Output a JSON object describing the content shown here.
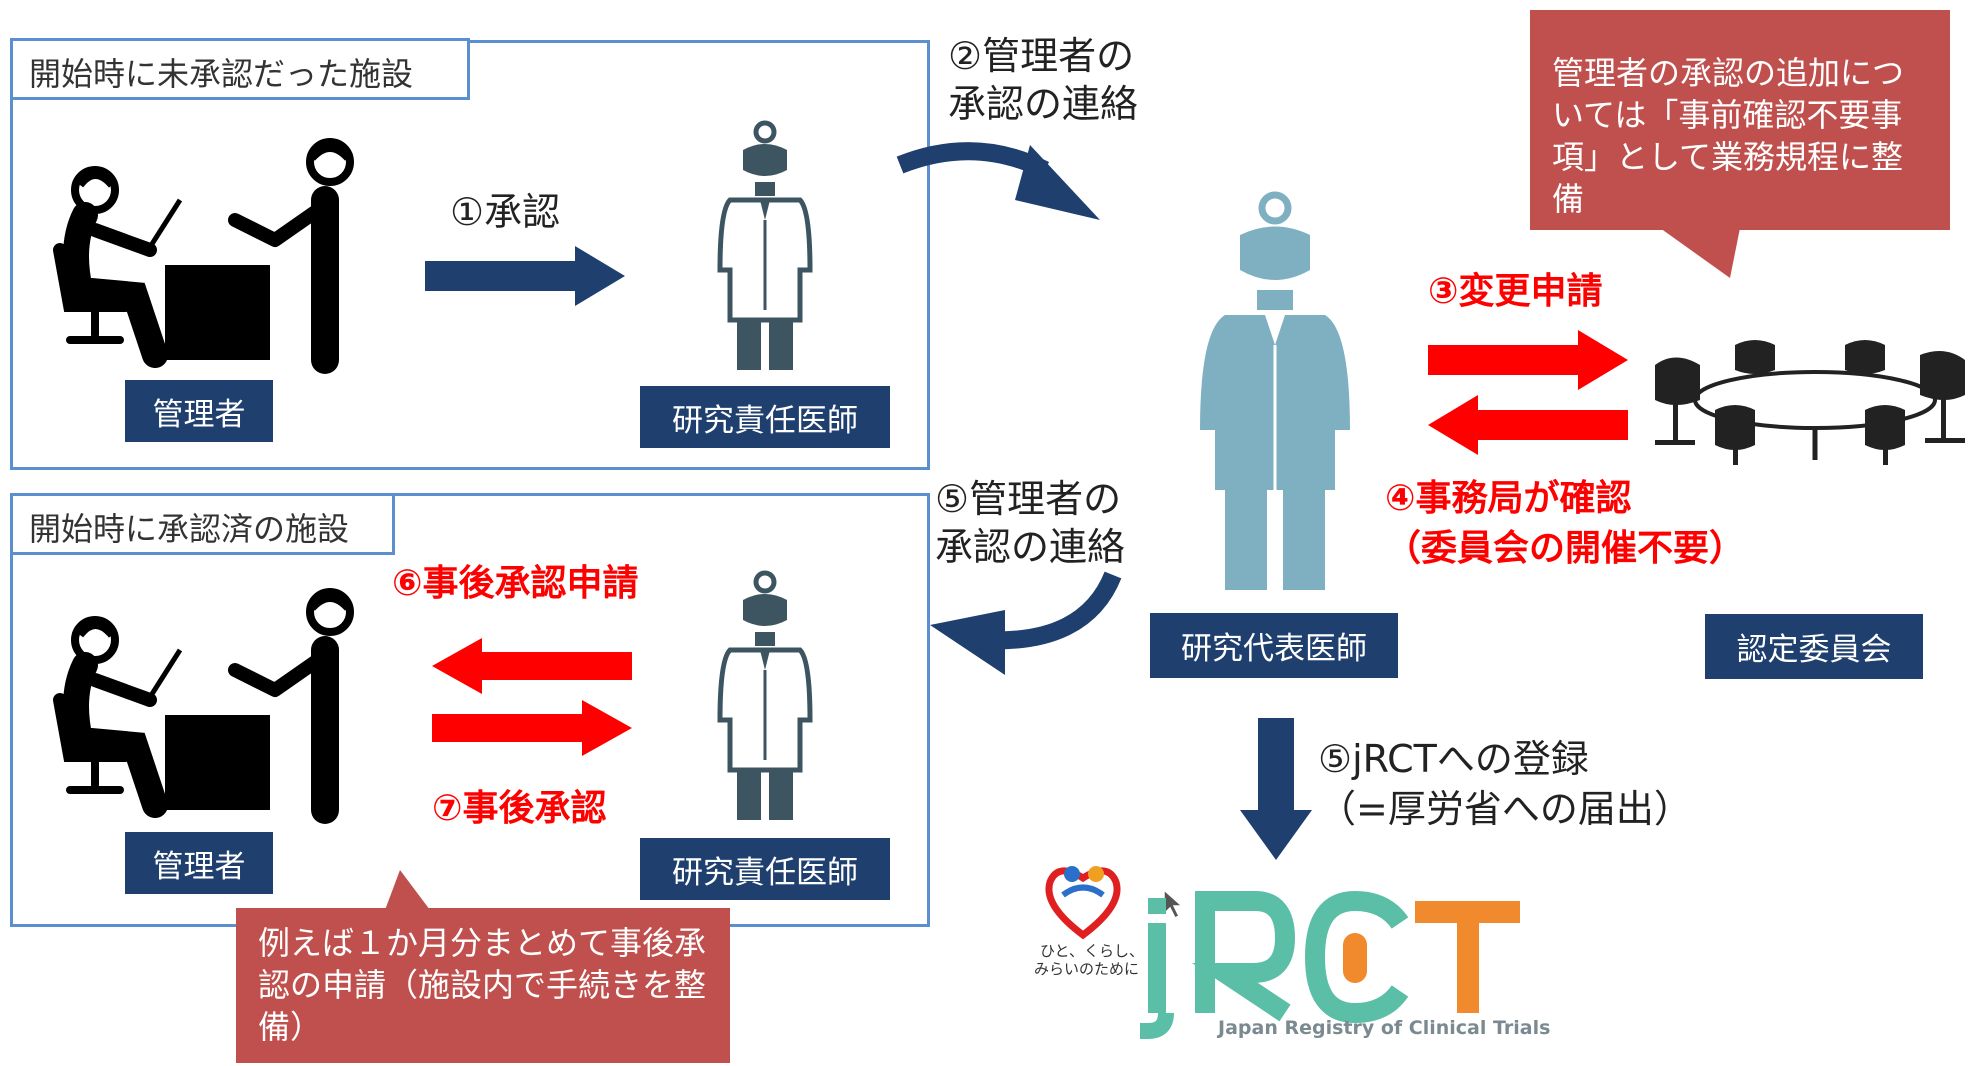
{
  "top_panel": {
    "title": "開始時に未承認だった施設",
    "step1": "①承認",
    "admin_label": "管理者",
    "pi_label": "研究責任医師"
  },
  "bottom_panel": {
    "title": "開始時に承認済の施設",
    "step6": "⑥事後承認申請",
    "step7": "⑦事後承認",
    "admin_label": "管理者",
    "pi_label": "研究責任医師"
  },
  "step2": {
    "line1": "②管理者の",
    "line2": "承認の連絡"
  },
  "step5_contact": {
    "line1": "⑤管理者の",
    "line2": "承認の連絡"
  },
  "representative_label": "研究代表医師",
  "committee_label": "認定委員会",
  "step3": "③変更申請",
  "step4": {
    "line1": "④事務局が確認",
    "line2": "（委員会の開催不要）"
  },
  "step5_jrct": {
    "line1": "⑤jRCTへの登録",
    "line2": "（=厚労省への届出）"
  },
  "note_top": "管理者の承認の追加については「事前確認不要事項」として業務規程に整備",
  "note_bottom": "例えば１か月分まとめて事後承認の申請（施設内で手続きを整備）",
  "mhlw_logo": {
    "text_line1": "ひと、くらし、",
    "text_line2": "みらいのために"
  },
  "jrct_logo": {
    "title": "jRCT",
    "subtitle": "Japan Registry of Clinical Trials"
  },
  "colors": {
    "panel_border": "#5b8fd0",
    "navy": "#1f3f6e",
    "red": "#ff0000",
    "note_bg": "#c0504d",
    "doctor_teal": "#7fb0c2",
    "doctor_dark": "#3d5560",
    "jrct_teal": "#5bbfa8",
    "jrct_orange": "#f08a2c"
  }
}
